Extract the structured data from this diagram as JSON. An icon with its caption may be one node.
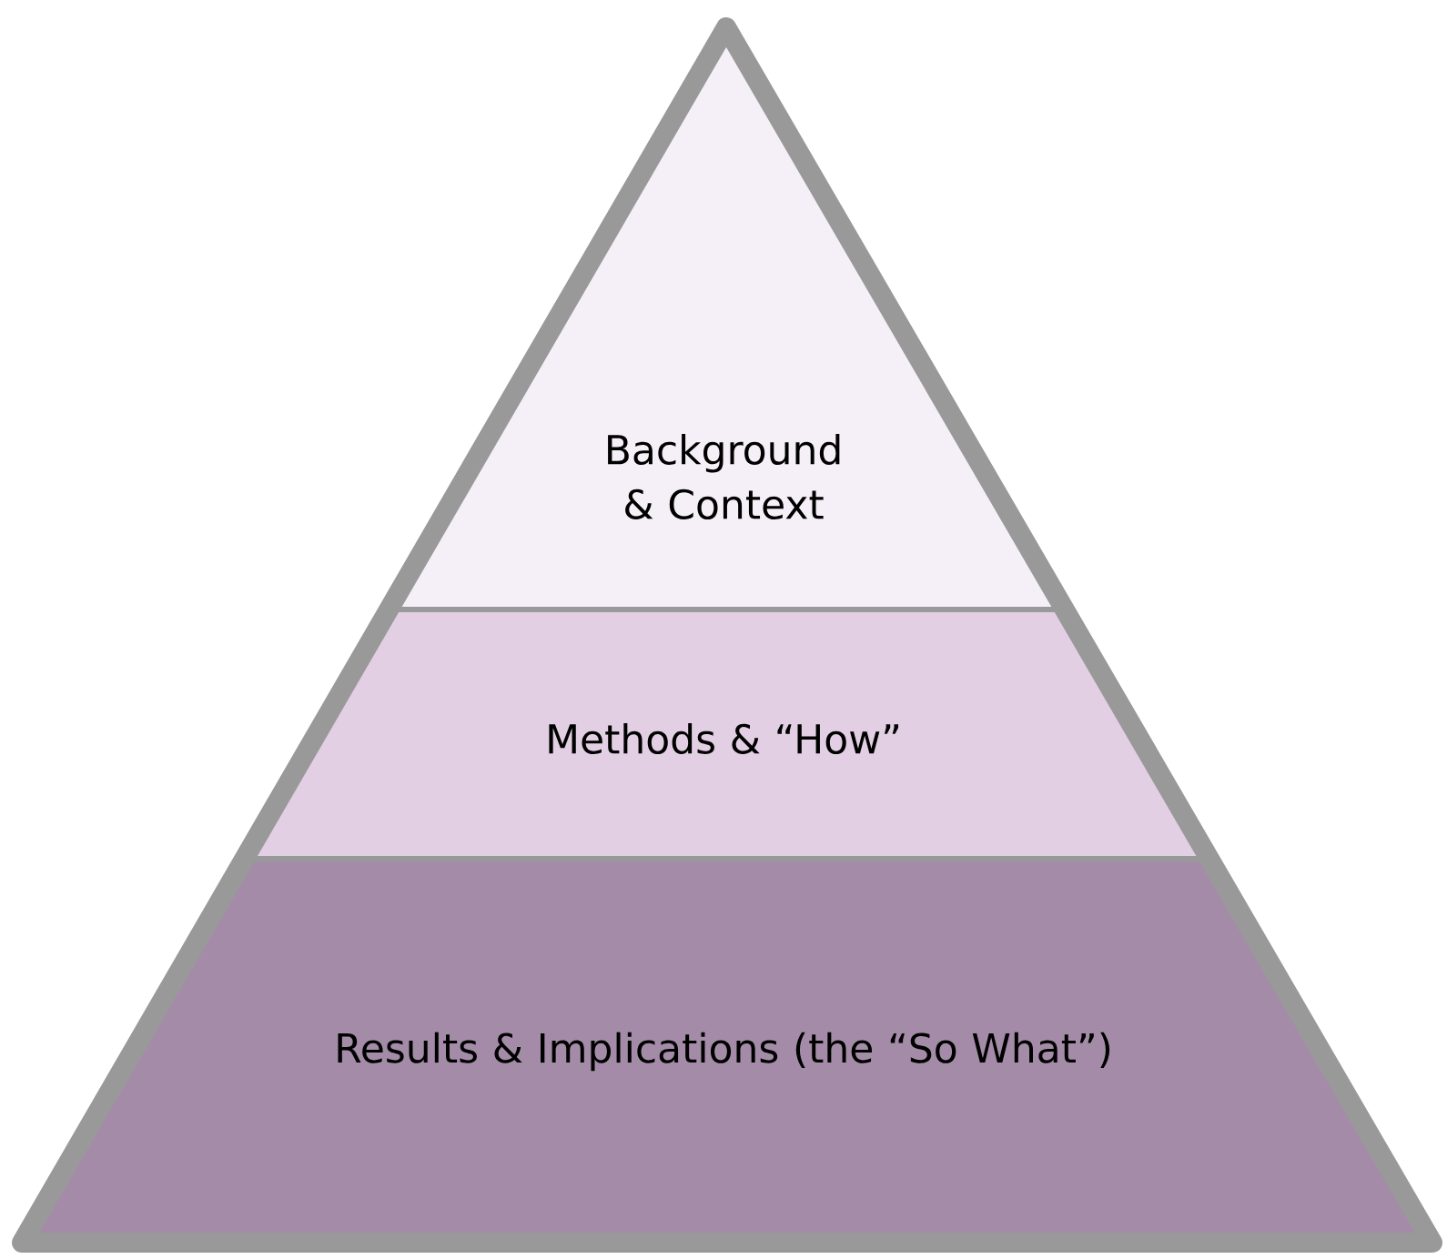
{
  "diagram": {
    "nodes": [
      {
        "text": [
          "Background & Context"
        ]
      },
      {
        "text": [
          "Methods & “How”"
        ]
      },
      {
        "text": [
          "Results & Implications (the “So What”)"
        ]
      }
    ]
  }
}
